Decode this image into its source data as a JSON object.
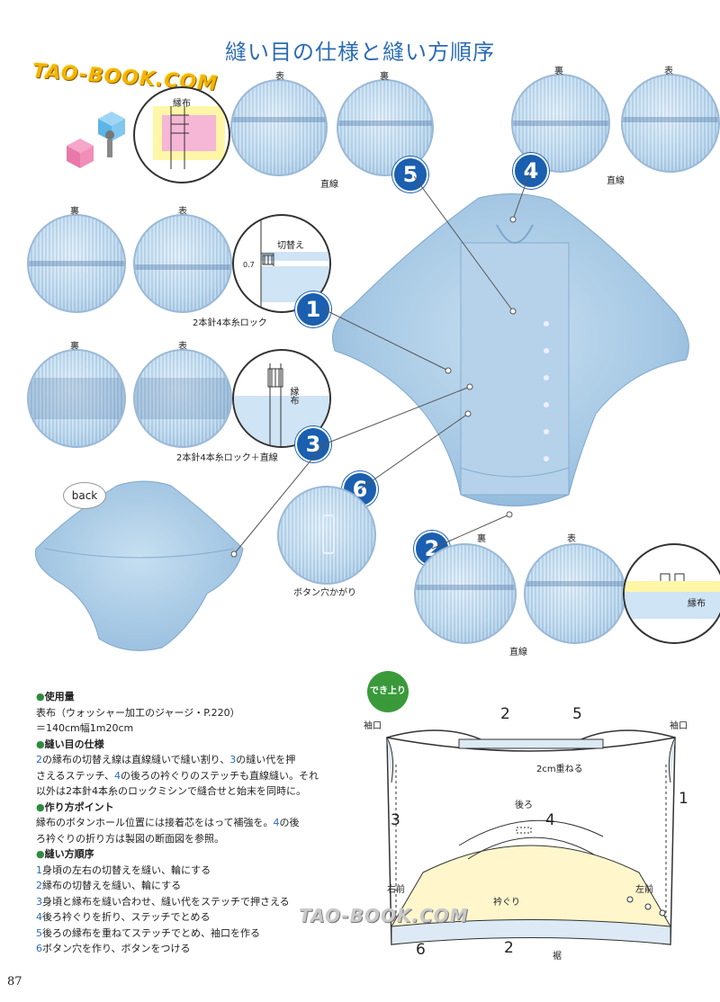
{
  "title": "縫い目の仕様と縫い方順序",
  "watermark": {
    "top": "TAO-BOOK.COM",
    "bottom": "TAO-BOOK.COM"
  },
  "labels": {
    "ura": "裏",
    "omote": "表",
    "chokusen": "直線",
    "kirikae": "切替え",
    "measure_07": "0.7",
    "fuchinuno": "縁布",
    "lock_1": "2本針4本糸ロック",
    "lock_3": "2本針4本糸ロック＋直線",
    "button_hole": "ボタン穴かがり",
    "back": "back"
  },
  "badges": [
    "1",
    "2",
    "3",
    "4",
    "5",
    "6"
  ],
  "info": {
    "usage_head": "使用量",
    "usage_1": "表布（ウォッシャー加工のジャージ・P.220）",
    "usage_2": "＝140cm幅1m20cm",
    "spec_head": "縫い目の仕様",
    "spec_1": "の縁布の切替え線は直線縫いで縫い割り、",
    "spec_1b": "の縫い代を押",
    "spec_2": "さえるステッチ、",
    "spec_2b": "の後ろの衿ぐりのステッチも直線縫い。それ",
    "spec_3": "以外は2本針4本糸のロックミシンで縫合せと始末を同時に。",
    "point_head": "作り方ポイント",
    "point_1": "縁布のボタンホール位置には接着芯をはって補強を。",
    "point_1b": "の後",
    "point_2": "ろ衿ぐりの折り方は製図の断面図を参照。",
    "order_head": "縫い方順序",
    "steps": [
      {
        "n": "1",
        "t": "身頃の左右の切替えを縫い、輪にする"
      },
      {
        "n": "2",
        "t": "縁布の切替えを縫い、輪にする"
      },
      {
        "n": "3",
        "t": "身頃と縁布を縫い合わせ、縫い代をステッチで押さえる"
      },
      {
        "n": "4",
        "t": "後ろ衿ぐりを折り、ステッチでとめる"
      },
      {
        "n": "5",
        "t": "後ろの縁布を重ねてステッチでとめ、袖口を作る"
      },
      {
        "n": "6",
        "t": "ボタン穴を作り、ボタンをつける"
      }
    ]
  },
  "diagram": {
    "badge": "でき上り図",
    "sodeguchi_l": "袖口",
    "sodeguchi_r": "袖口",
    "overlap": "2cm重ねる",
    "ushiro": "後ろ",
    "migimae": "右前",
    "hidarimae": "左前",
    "erigury": "衿ぐり",
    "suso": "裾",
    "n1": "1",
    "n2a": "2",
    "n2b": "2",
    "n3": "3",
    "n4": "4",
    "n5": "5",
    "n6": "6"
  },
  "page_number": "87",
  "colors": {
    "accent": "#2b6cb5",
    "badge": "#1a5fb0",
    "fabric": "#a9cbe6",
    "green": "#3a9a3a"
  }
}
